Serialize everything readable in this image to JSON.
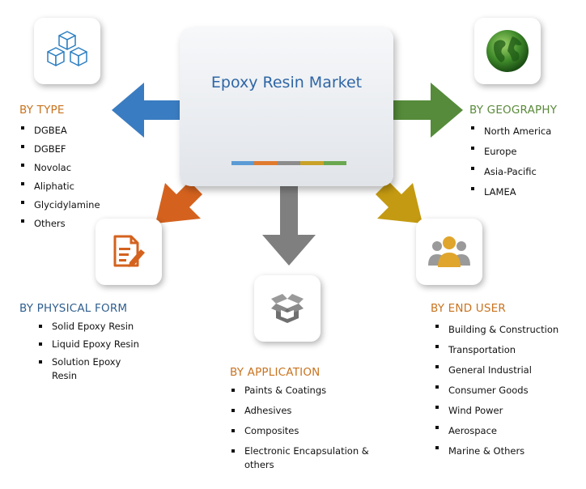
{
  "title": "Epoxy Resin Market",
  "color_bar": [
    "#5b9bd5",
    "#e07a2e",
    "#8c8c8c",
    "#c9a227",
    "#6aa84f"
  ],
  "arrow_colors": {
    "type": "#3a7cc1",
    "geography": "#558b3a",
    "physical_form": "#d4621e",
    "application": "#7f7f7f",
    "end_user": "#c49a12"
  },
  "icons": {
    "type": "cubes-icon",
    "geography": "globe-icon",
    "physical_form": "document-pen-icon",
    "application": "box-icon",
    "end_user": "users-icon"
  },
  "sections": {
    "type": {
      "heading": "BY TYPE",
      "color": "#c8731f",
      "items": [
        "DGBEA",
        "DGBEF",
        "Novolac",
        "Aliphatic",
        "Glycidylamine",
        "Others"
      ]
    },
    "geography": {
      "heading": "BY GEOGRAPHY",
      "color": "#5a8a3a",
      "items": [
        "North America",
        "Europe",
        "Asia-Pacific",
        "LAMEA"
      ]
    },
    "physical_form": {
      "heading": "BY PHYSICAL FORM",
      "color": "#2f5f8f",
      "items": [
        "Solid Epoxy Resin",
        "Liquid Epoxy Resin",
        "Solution Epoxy Resin"
      ]
    },
    "application": {
      "heading": "BY APPLICATION",
      "color": "#c8731f",
      "items": [
        "Paints & Coatings",
        "Adhesives",
        "Composites",
        "Electronic Encapsulation & others"
      ]
    },
    "end_user": {
      "heading": "BY END USER",
      "color": "#c8731f",
      "items": [
        "Building & Construction",
        "Transportation",
        "General Industrial",
        "Consumer Goods",
        "Wind Power",
        "Aerospace",
        "Marine & Others"
      ]
    }
  }
}
